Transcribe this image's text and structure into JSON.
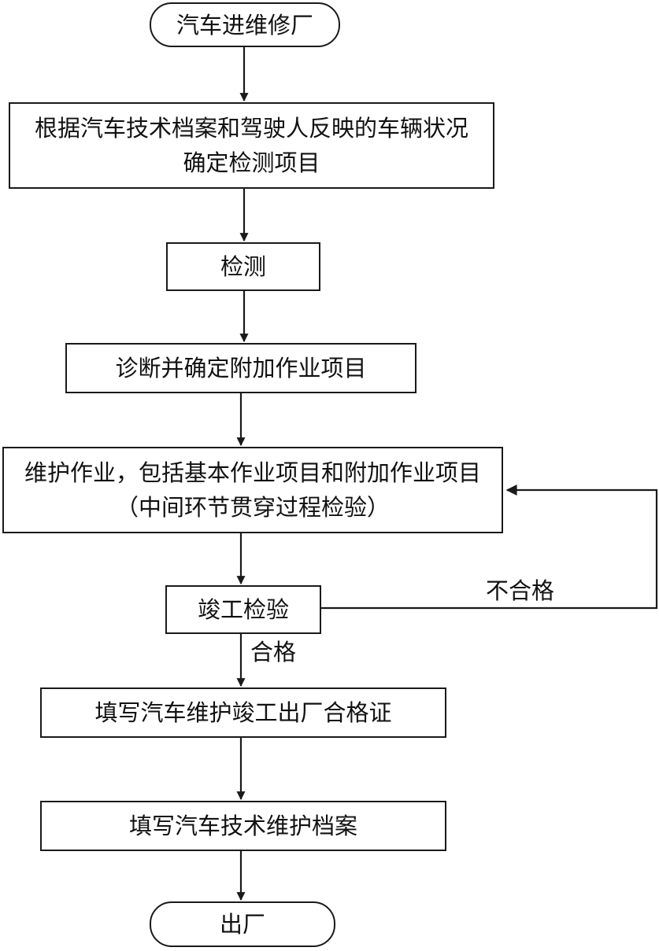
{
  "nodes": {
    "start": "汽车进维修厂",
    "step1_line1": "根据汽车技术档案和驾驶人反映的车辆状况",
    "step1_line2": "确定检测项目",
    "step2": "检测",
    "step3": "诊断并确定附加作业项目",
    "step4_line1": "维护作业，包括基本作业项目和附加作业项目",
    "step4_line2": "（中间环节贯穿过程检验）",
    "step5": "竣工检验",
    "step6": "填写汽车维护竣工出厂合格证",
    "step7": "填写汽车技术维护档案",
    "end": "出厂"
  },
  "edge_labels": {
    "fail": "不合格",
    "pass": "合格"
  },
  "colors": {
    "line": "#1a1a1a",
    "background": "#ffffff"
  }
}
